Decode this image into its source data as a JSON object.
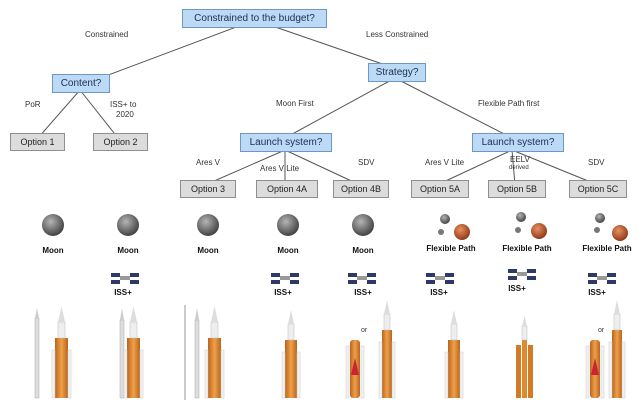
{
  "tree": {
    "root": "Constrained to the budget?",
    "branch_left": "Constrained",
    "branch_right": "Less Constrained",
    "content_q": "Content?",
    "strategy_q": "Strategy?",
    "edge_por": "PoR",
    "edge_iss_line1": "ISS+ to",
    "edge_iss_line2": "2020",
    "edge_moon_first": "Moon First",
    "edge_flex_first": "Flexible Path first",
    "launch_q_left": "Launch system?",
    "launch_q_right": "Launch system?",
    "edge_ares_v": "Ares V",
    "edge_ares_v_lite": "Ares V Lite",
    "edge_sdv_left": "SDV",
    "edge_ares_v_lite_right": "Ares V Lite",
    "edge_eelv_line1": "EELV",
    "edge_eelv_line2": "derived",
    "edge_sdv_right": "SDV"
  },
  "options": [
    "Option 1",
    "Option 2",
    "Option 3",
    "Option 4A",
    "Option 4B",
    "Option 5A",
    "Option 5B",
    "Option 5C"
  ],
  "destinations": {
    "moon": "Moon",
    "flexible": "Flexible Path",
    "iss": "ISS+"
  },
  "or_label": "or",
  "colors": {
    "question_box": "#bcd9f5",
    "option_box": "#dcdcdc",
    "rocket_core": "#e08a2c",
    "moon": "#8a8a8a",
    "mars": "#c0592a"
  }
}
